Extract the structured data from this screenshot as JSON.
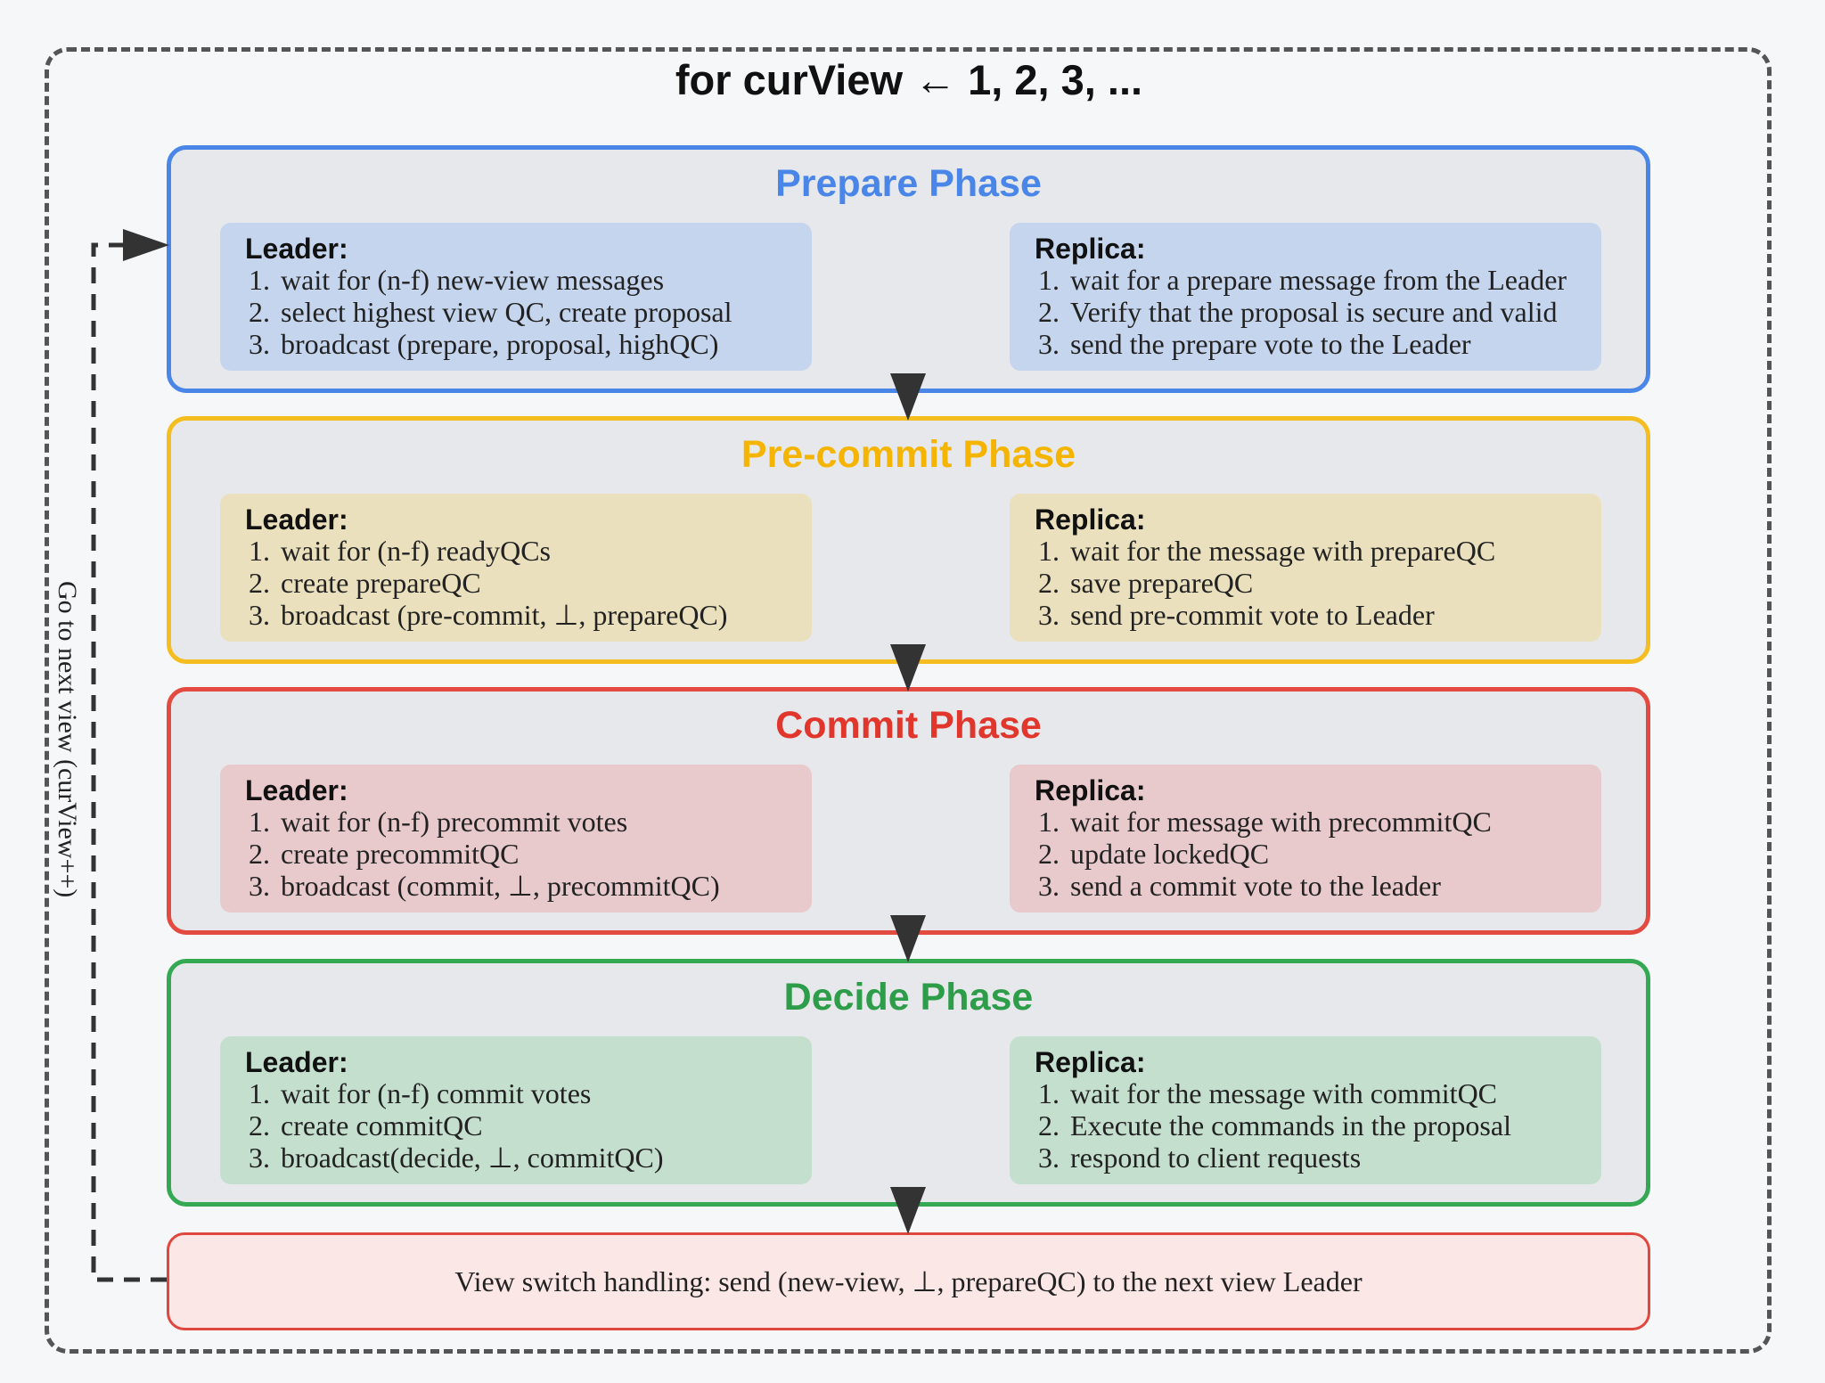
{
  "loop_title": "for curView ← 1, 2, 3, ...",
  "side_label": "Go to next view (curView++)",
  "phases": [
    {
      "title": "Prepare Phase",
      "color": "#4a86e8",
      "leader": {
        "title": "Leader:",
        "steps": [
          "wait for (n-f) new-view messages",
          "select highest view QC, create proposal",
          "broadcast (prepare, proposal, highQC)"
        ]
      },
      "replica": {
        "title": "Replica:",
        "steps": [
          "wait for a prepare message from the Leader",
          "Verify that the proposal is secure and valid",
          "send the prepare vote to the Leader"
        ]
      }
    },
    {
      "title": "Pre-commit Phase",
      "color": "#f4b400",
      "leader": {
        "title": "Leader:",
        "steps": [
          "wait for (n-f) readyQCs",
          "create prepareQC",
          "broadcast (pre-commit, ⊥, prepareQC)"
        ]
      },
      "replica": {
        "title": "Replica:",
        "steps": [
          "wait for the message with prepareQC",
          "save prepareQC",
          "send pre-commit vote to Leader"
        ]
      }
    },
    {
      "title": "Commit Phase",
      "color": "#e1362c",
      "leader": {
        "title": "Leader:",
        "steps": [
          "wait for (n-f) precommit votes",
          "create precommitQC",
          "broadcast (commit, ⊥, precommitQC)"
        ]
      },
      "replica": {
        "title": "Replica:",
        "steps": [
          "wait for message with precommitQC",
          "update lockedQC",
          "send a commit vote to the leader"
        ]
      }
    },
    {
      "title": "Decide Phase",
      "color": "#2e9d49",
      "leader": {
        "title": "Leader:",
        "steps": [
          "wait for (n-f) commit votes",
          "create commitQC",
          "broadcast(decide, ⊥, commitQC)"
        ]
      },
      "replica": {
        "title": "Replica:",
        "steps": [
          "wait for the message with commitQC",
          "Execute the commands in the proposal",
          "respond to client requests"
        ]
      }
    }
  ],
  "view_switch": "View switch handling: send (new-view, ⊥, prepareQC) to the next view Leader"
}
